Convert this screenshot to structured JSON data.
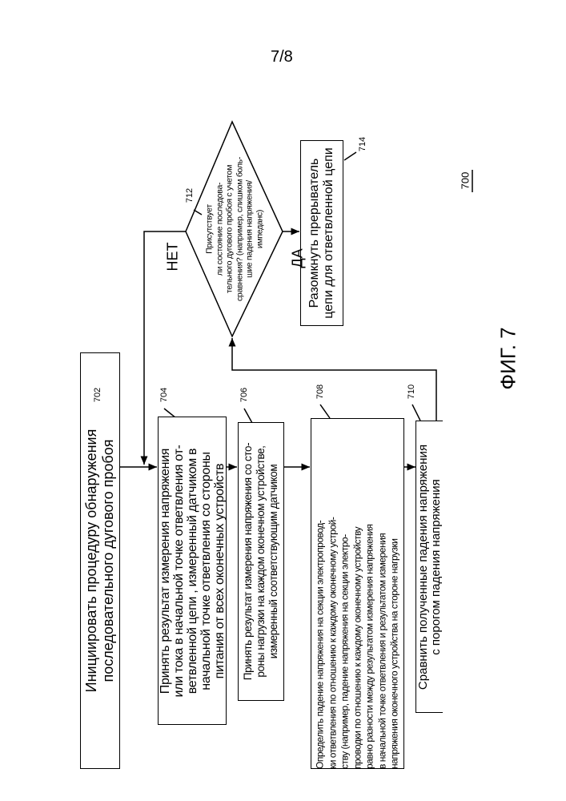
{
  "page_number": "7/8",
  "figure_label": "ФИГ. 7",
  "figure_ref": "700",
  "steps": {
    "s702": {
      "ref": "702",
      "text": "Инициировать процедуру обнаружения\nпоследовательного дугового пробоя"
    },
    "s704": {
      "ref": "704",
      "text": "Принять результат измерения напряжения\nили тока в начальной точке ответвления от-\nветвленной цепи , измеренный датчиком в\nначальной точке ответвления со стороны\nпитания от всех оконечных устройств"
    },
    "s706": {
      "ref": "706",
      "text": "Принять результат измерения напряжения со сто-\nроны нагрузки на каждом оконечном устройстве,\nизмеренный соответствующим датчиком"
    },
    "s708": {
      "ref": "708",
      "text": "Определить падение напряжения на секции электропровод-\nки ответвления по отношению к каждому оконечному устрой-\nству (например, падение напряжения на секции электро-\nпроводки по отношению к каждому оконечному устройству\nравно разности между результатом измерения напряжения\nв начальной точке ответвления и результатом измерения\nнапряжения оконечного устройства на стороне нагрузки"
    },
    "s710": {
      "ref": "710",
      "text": "Сравнить полученные падения напряжения\nс порогом падения напряжения"
    },
    "s712": {
      "ref": "712",
      "text": "Присутствует\nли состояние последова-\nтельного дугового пробоя с учетом\nсравнения? (например, слишком боль-\nшие падения напряжения/\nимпеданс)"
    },
    "s714": {
      "ref": "714",
      "text": "Разомкнуть прерыватель\nцепи для ответвленной цепи"
    }
  },
  "branches": {
    "no": "НЕТ",
    "yes": "ДА"
  }
}
